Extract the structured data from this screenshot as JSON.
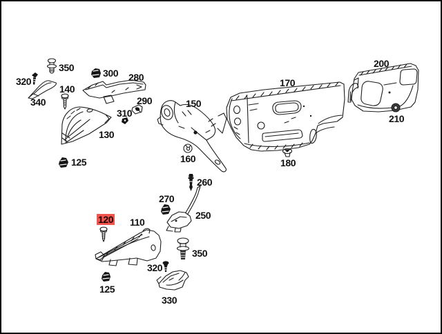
{
  "figure": {
    "kind": "exploded-parts-diagram",
    "background_color": "#ffffff",
    "line_color": "#1c1c1c",
    "highlight_color": "#f0544c",
    "highlighted_part": "120"
  },
  "labels": [
    {
      "text": "350",
      "highlighted": false
    },
    {
      "text": "320",
      "highlighted": false
    },
    {
      "text": "340",
      "highlighted": false
    },
    {
      "text": "140",
      "highlighted": false
    },
    {
      "text": "300",
      "highlighted": false
    },
    {
      "text": "280",
      "highlighted": false
    },
    {
      "text": "290",
      "highlighted": false
    },
    {
      "text": "310",
      "highlighted": false
    },
    {
      "text": "130",
      "highlighted": false
    },
    {
      "text": "125",
      "highlighted": false
    },
    {
      "text": "150",
      "highlighted": false
    },
    {
      "text": "160",
      "highlighted": false
    },
    {
      "text": "170",
      "highlighted": false
    },
    {
      "text": "180",
      "highlighted": false
    },
    {
      "text": "200",
      "highlighted": false
    },
    {
      "text": "210",
      "highlighted": false
    },
    {
      "text": "260",
      "highlighted": false
    },
    {
      "text": "270",
      "highlighted": false
    },
    {
      "text": "250",
      "highlighted": false
    },
    {
      "text": "120",
      "highlighted": true
    },
    {
      "text": "110",
      "highlighted": false
    },
    {
      "text": "350",
      "highlighted": false
    },
    {
      "text": "320",
      "highlighted": false
    },
    {
      "text": "125",
      "highlighted": false
    },
    {
      "text": "330",
      "highlighted": false
    }
  ]
}
